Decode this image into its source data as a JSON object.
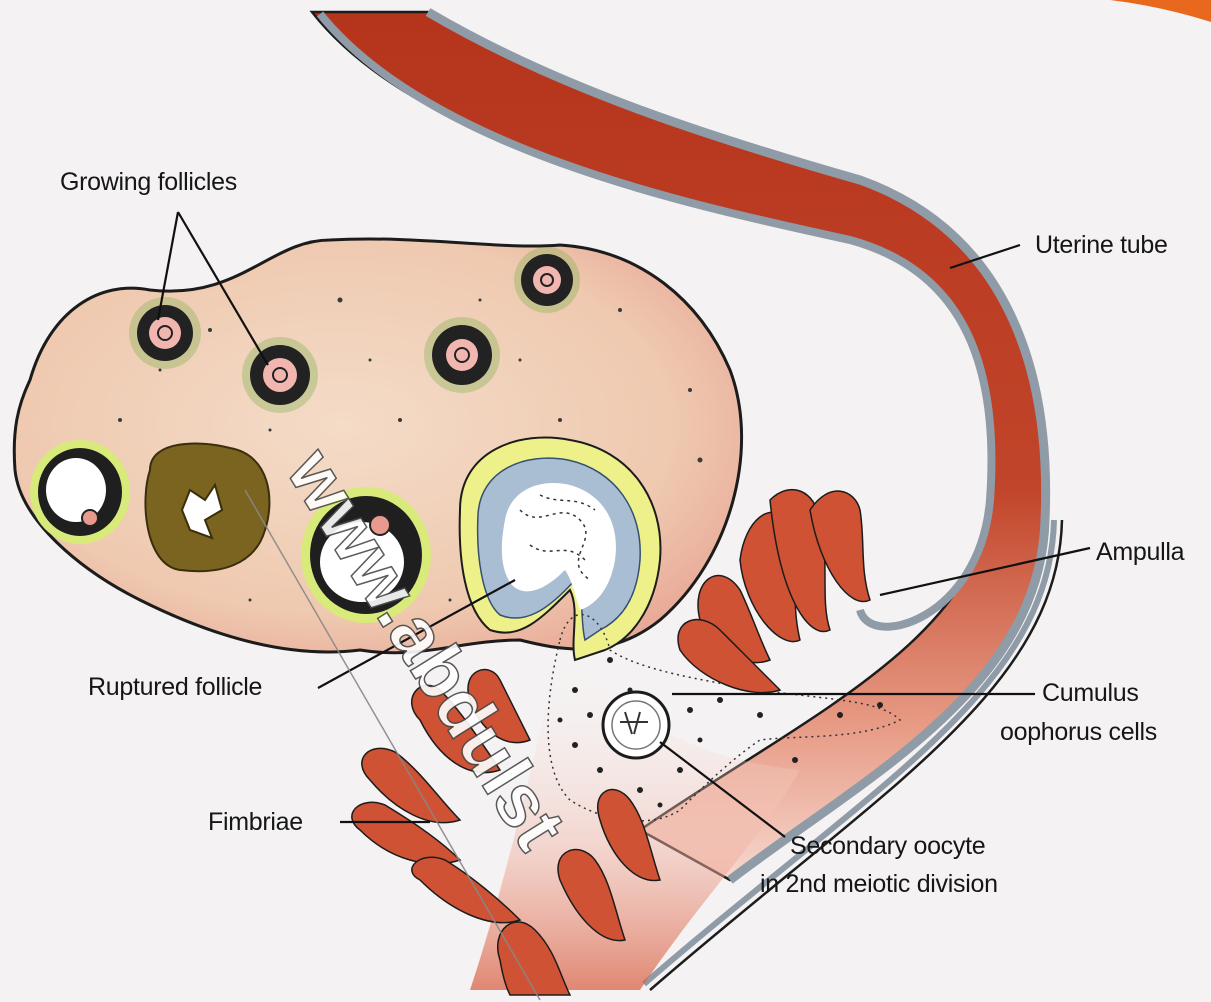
{
  "labels": {
    "growing_follicles": "Growing follicles",
    "uterine_tube": "Uterine tube",
    "ampulla": "Ampulla",
    "ruptured_follicle": "Ruptured follicle",
    "cumulus_line1": "Cumulus",
    "cumulus_line2": "oophorus cells",
    "fimbriae": "Fimbriae",
    "oocyte_line1": "Secondary oocyte",
    "oocyte_line2": "in 2nd meiotic division"
  },
  "watermark": "www.abdulst",
  "colors": {
    "tube_dark": "#b8391e",
    "tube_light": "#f2c8bc",
    "tube_wall": "#8f9ba6",
    "ovary": "#efcdb6",
    "ovary_pink": "#eaa393",
    "follicle_blue": "#a9bed3",
    "granulosa_yellow": "#eef08a",
    "corpus_olive": "#7a6420",
    "fimbriae": "#cf5234",
    "background": "#f4f2f3"
  }
}
